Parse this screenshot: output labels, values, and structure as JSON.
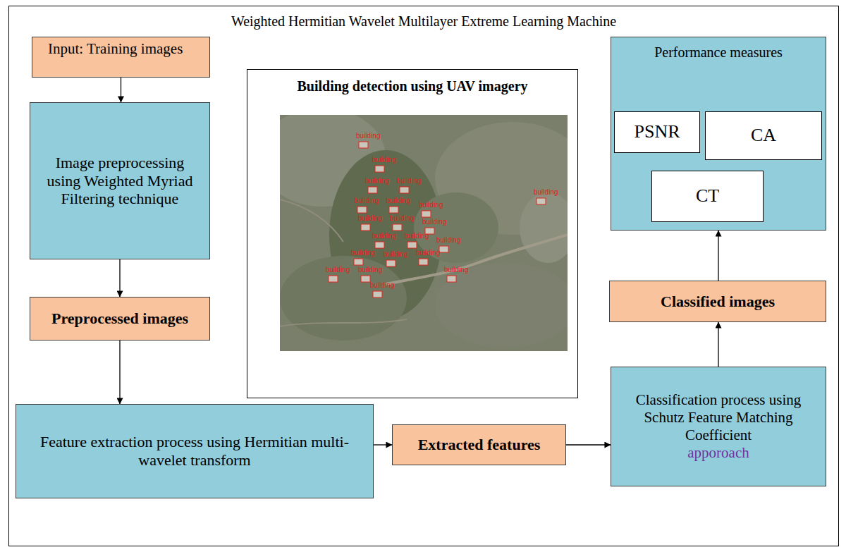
{
  "diagram": {
    "nodes": [
      {
        "text": [
          "Weighted Hermitian Wavelet Multilayer Extreme Learning Machine"
        ]
      },
      {
        "text": [
          "Input: Training images"
        ],
        "in": 0
      },
      {
        "text": [
          "Image preprocessing using Weighted Myriad Filtering technique"
        ],
        "in": 0
      },
      {
        "text": [
          "Preprocessed images"
        ],
        "in": 0
      },
      {
        "text": [
          "Building detection using UAV imagery"
        ],
        "in": 0
      },
      {
        "text": [
          "Performance measures"
        ],
        "in": 0
      },
      {
        "text": [
          "PSNR"
        ],
        "in": 5
      },
      {
        "text": [
          "CA"
        ],
        "in": 5
      },
      {
        "text": [
          "CT"
        ],
        "in": 5
      },
      {
        "text": [
          "Classified images"
        ],
        "in": 0
      },
      {
        "text": [
          "Feature extraction process using Hermitian multi-wavelet transform"
        ],
        "in": 0
      },
      {
        "text": [
          "Extracted features"
        ],
        "in": 0
      },
      {
        "text": [
          "Classification process using Schutz Feature Matching Coefficient",
          "apporoach"
        ],
        "in": 0
      }
    ],
    "edges": [
      {
        "from": 1,
        "to": 2,
        "arrow": "to"
      },
      {
        "from": 2,
        "to": 3,
        "arrow": "to"
      },
      {
        "from": 3,
        "to": 10,
        "arrow": "to"
      },
      {
        "from": 10,
        "to": 11,
        "arrow": "to"
      },
      {
        "from": 11,
        "to": 12,
        "arrow": "to"
      },
      {
        "from": 12,
        "to": 9,
        "arrow": "to"
      },
      {
        "from": 9,
        "to": 5,
        "arrow": "to"
      }
    ],
    "labels": [
      "building",
      "building",
      "building",
      "building",
      "building",
      "building",
      "building",
      "building",
      "building",
      "building",
      "building",
      "building",
      "building",
      "building",
      "building",
      "building",
      "building",
      "building",
      "building",
      "building",
      "building"
    ]
  }
}
